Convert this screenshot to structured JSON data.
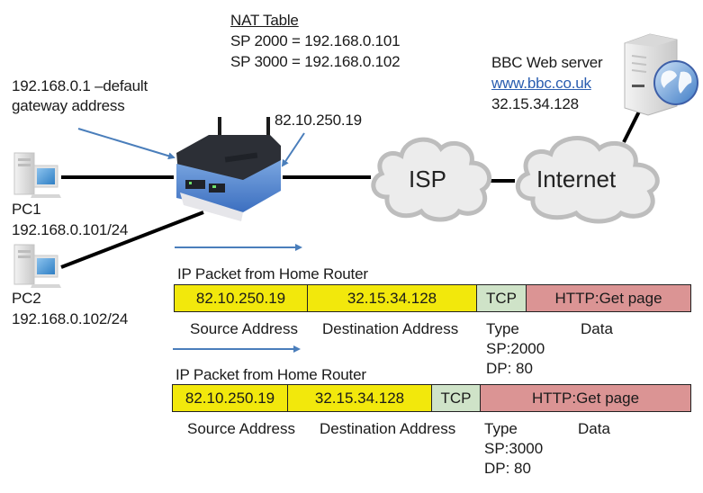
{
  "nat_table": {
    "title": "NAT Table",
    "rows": [
      "SP 2000  = 192.168.0.101",
      "SP 3000  = 192.168.0.102"
    ]
  },
  "gateway": {
    "line1": "192.168.0.1 –default",
    "line2": "gateway address"
  },
  "router": {
    "public_ip": "82.10.250.19",
    "icon": "wireless-router-icon"
  },
  "pcs": [
    {
      "name": "PC1",
      "ip": "192.168.0.101/24",
      "icon": "desktop-pc-icon"
    },
    {
      "name": "PC2",
      "ip": "192.168.0.102/24",
      "icon": "desktop-pc-icon"
    }
  ],
  "server": {
    "title": "BBC Web server",
    "url": "www.bbc.co.uk",
    "ip": "32.15.34.128",
    "icon": "web-server-globe-icon"
  },
  "clouds": [
    {
      "label": "ISP"
    },
    {
      "label": "Internet"
    }
  ],
  "packets": [
    {
      "caption": "IP Packet from Home Router",
      "source": "82.10.250.19",
      "destination": "32.15.34.128",
      "protocol": "TCP",
      "payload": "HTTP:Get page",
      "labels": {
        "source": "Source Address",
        "destination": "Destination Address",
        "type": "Type",
        "sp": "SP:2000",
        "dp": "DP: 80",
        "data": "Data"
      }
    },
    {
      "caption": "IP Packet from Home Router",
      "source": "82.10.250.19",
      "destination": "32.15.34.128",
      "protocol": "TCP",
      "payload": "HTTP:Get page",
      "labels": {
        "source": "Source Address",
        "destination": "Destination Address",
        "type": "Type",
        "sp": "SP:3000",
        "dp": "DP: 80",
        "data": "Data"
      }
    }
  ],
  "colors": {
    "address_fill": "#f2e80c",
    "tcp_fill": "#cfe3c8",
    "http_fill": "#db9494",
    "arrow": "#4a7ebb",
    "cloud_fill": "#ececec",
    "cloud_stroke": "#bdbdbd",
    "link": "#2a5db0"
  }
}
